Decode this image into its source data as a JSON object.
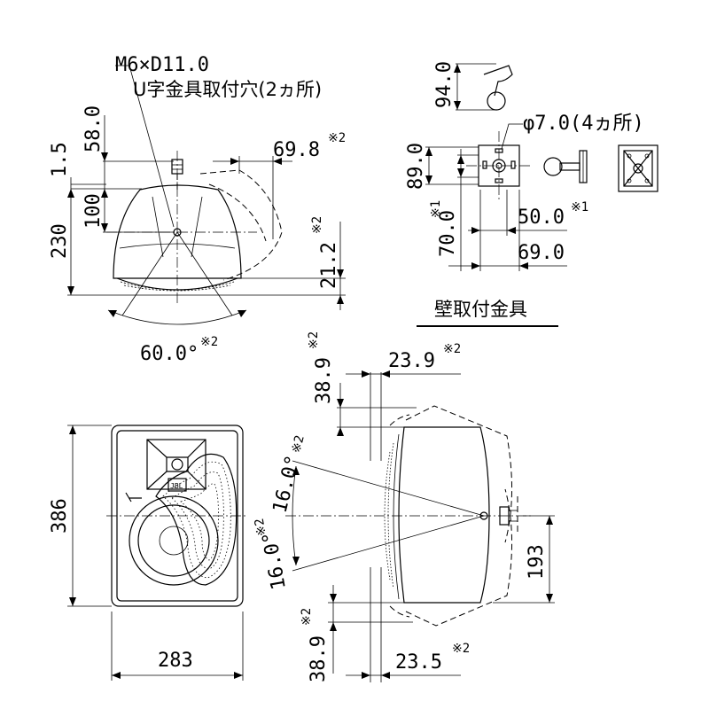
{
  "front_top": {
    "bolt_spec": "M6×D11.0",
    "bolt_note": "U字金具取付穴(2ヵ所)",
    "dim_1_5": "1.5",
    "dim_58": "58.0",
    "dim_100": "100",
    "dim_230": "230",
    "dim_69_8": "69.8",
    "dim_21_2": "21.2",
    "dim_60deg": "60.0°",
    "ref_mark": "※2"
  },
  "bracket": {
    "dim_94": "94.0",
    "dim_89": "89.0",
    "dim_70": "70.0",
    "dim_50": "50.0",
    "dim_69": "69.0",
    "hole_note": "φ7.0(4ヵ所)",
    "ref_mark_1": "※1",
    "caption": "壁取付金具"
  },
  "front_view": {
    "dim_386": "386",
    "dim_283": "283",
    "logo": "JBL"
  },
  "side_view": {
    "dim_38_9_top": "38.9",
    "dim_23_9": "23.9",
    "dim_16_top": "16.0°",
    "dim_16_bottom": "16.0°",
    "dim_193": "193",
    "dim_38_9_bottom": "38.9",
    "dim_23_5": "23.5",
    "ref_mark": "※2"
  }
}
